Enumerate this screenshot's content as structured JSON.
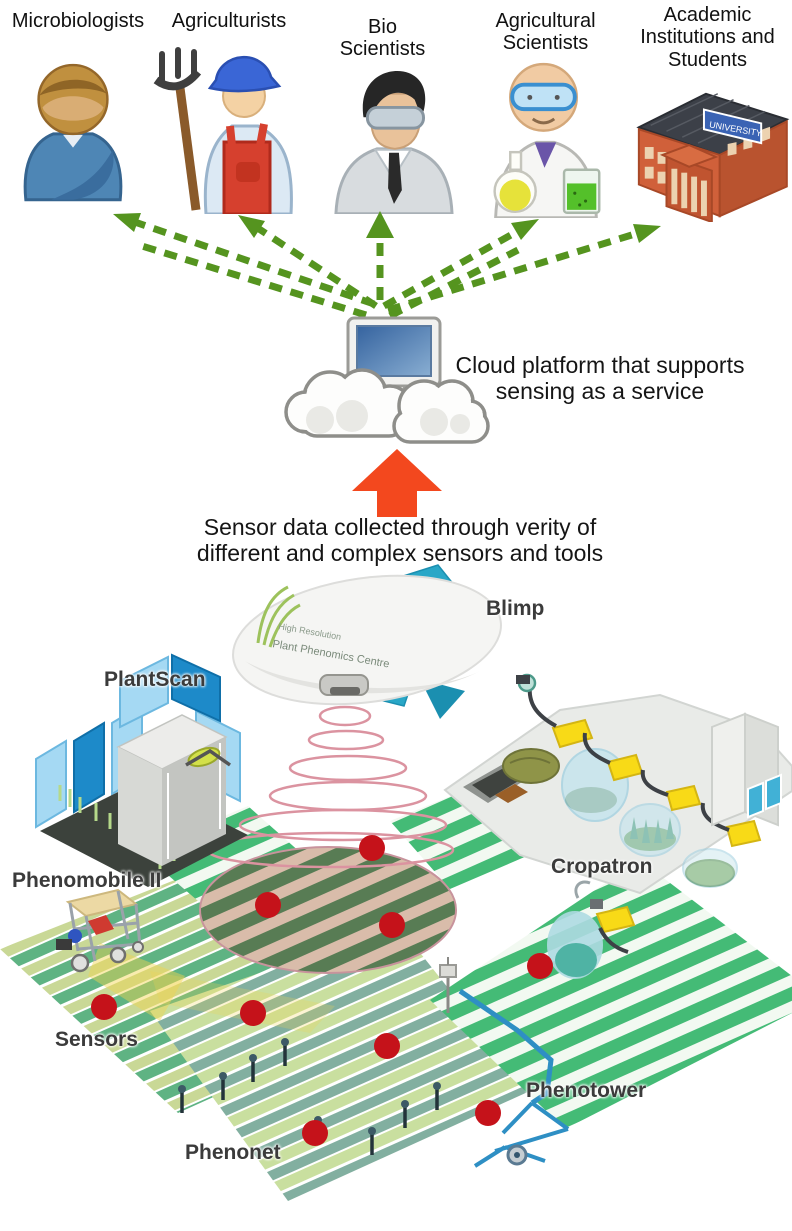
{
  "figure": {
    "stakeholders": [
      {
        "label": "Microbiologists",
        "icon": "microbiologist"
      },
      {
        "label": "Agriculturists",
        "icon": "farmer"
      },
      {
        "label": "Bio Scientists",
        "icon": "bio-scientist"
      },
      {
        "label": "Agricultural Scientists",
        "icon": "agricultural-scientist"
      },
      {
        "label": "Academic Institutions and Students",
        "icon": "university-building"
      }
    ],
    "cloud_caption": "Cloud platform that supports sensing as a service",
    "sensor_caption": "Sensor data collected through verity of different and complex sensors and tools",
    "field_labels": {
      "blimp": "Blimp",
      "plantscan": "PlantScan",
      "cropatron": "Cropatron",
      "phenomobile": "Phenomobile II",
      "sensors": "Sensors",
      "phenotower": "Phenotower",
      "phenonet": "Phenonet"
    },
    "blimp_text": {
      "line1": "High Resolution",
      "line2": "Plant Phenomics Centre"
    },
    "university_sign": "UNIVERSITY",
    "sensor_dot_count": 9,
    "colors": {
      "arrow_green": "#55941f",
      "arrow_red": "#f3481e",
      "sensor_dot_red": "#c5121a",
      "blimp_fin_teal": "#29a7c7",
      "plantscan_blue": "#1d8ac9",
      "crop_row_green": "#44bb76"
    }
  }
}
